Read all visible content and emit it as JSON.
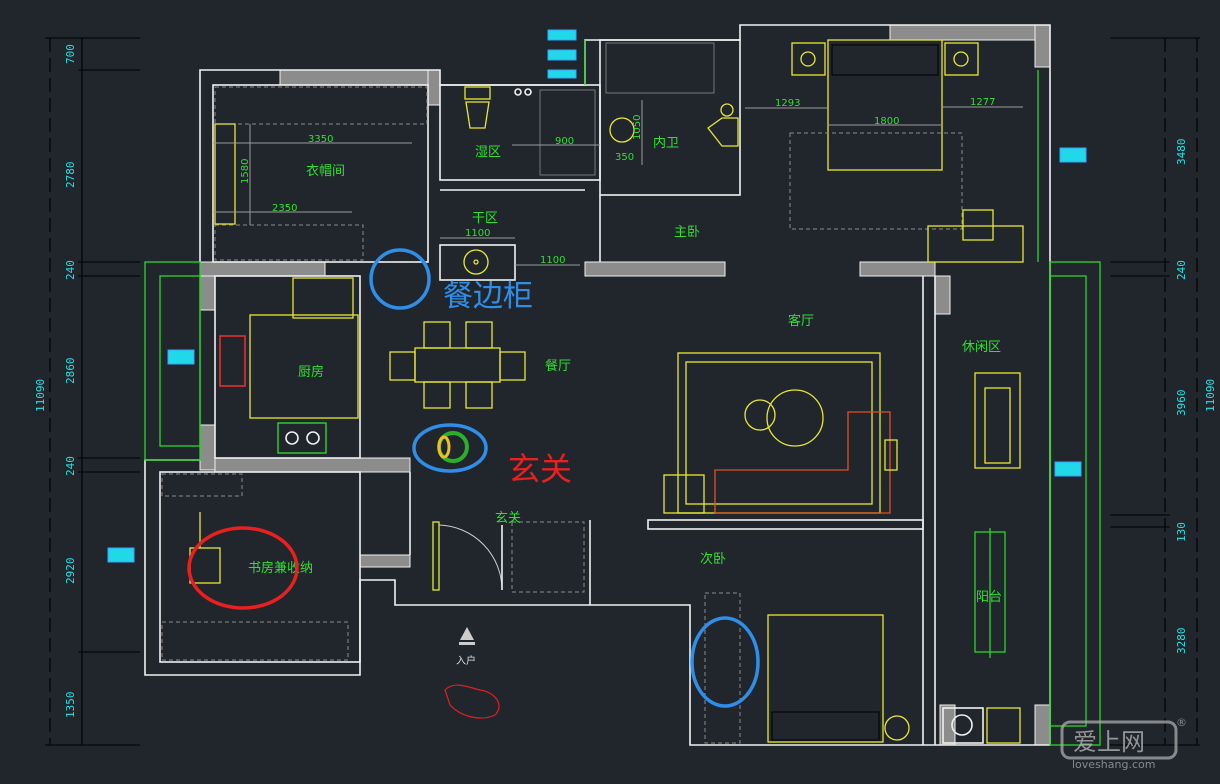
{
  "rooms": {
    "closet": "衣帽间",
    "wet_zone": "湿区",
    "inner_bath": "内卫",
    "dry_zone": "干区",
    "master_bedroom": "主卧",
    "kitchen": "厨房",
    "dining": "餐厅",
    "living": "客厅",
    "leisure": "休闲区",
    "foyer": "玄关",
    "study": "书房兼收纳",
    "second_bedroom": "次卧",
    "balcony": "阳台",
    "entry": "入户"
  },
  "inner_dims": {
    "d3350": "3350",
    "d1580": "1580",
    "d2350": "2350",
    "d900": "900",
    "d1050": "1050",
    "d350": "350",
    "d1100a": "1100",
    "d1100b": "1100",
    "d1293": "1293",
    "d1800": "1800",
    "d1277": "1277"
  },
  "left_dims": {
    "segments": [
      "700",
      "2780",
      "240",
      "2860",
      "240",
      "2920",
      "1350"
    ],
    "total": "11090"
  },
  "right_dims": {
    "segments": [
      "3480",
      "240",
      "3960",
      "130",
      "3280"
    ],
    "total": "11090"
  },
  "annotations": {
    "sideboard": "餐边柜",
    "foyer": "玄关",
    "blue": "#2f8fe8",
    "red": "#e82020"
  },
  "watermark": {
    "brand": "爱上网",
    "domain": "loveshang.com",
    "reg": "®"
  }
}
